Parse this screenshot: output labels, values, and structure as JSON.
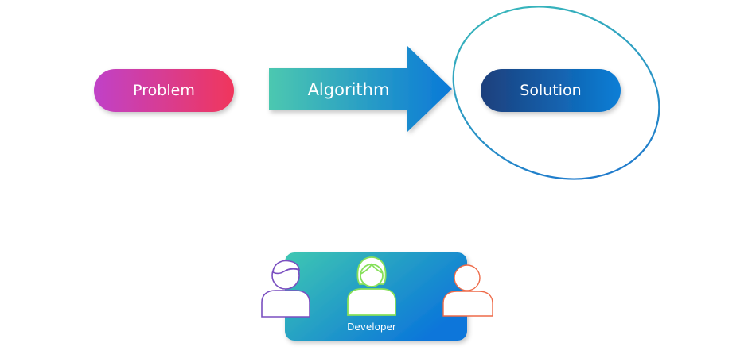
{
  "flow": {
    "problem_label": "Problem",
    "algorithm_label": "Algorithm",
    "solution_label": "Solution"
  },
  "team": {
    "card_label": "Developer"
  },
  "colors": {
    "problem_gradient": [
      "#c042c8",
      "#f0365c"
    ],
    "arrow_gradient": [
      "#4cc8b0",
      "#0a78d8"
    ],
    "solution_gradient": [
      "#1d3f7c",
      "#0b7ed6"
    ],
    "ellipse_gradient": [
      "#3cc0b8",
      "#1a6fd0"
    ],
    "card_gradient": [
      "#3ec7b2",
      "#0b76da"
    ],
    "person_left_outline": "#7a4fc0",
    "person_center_outline": "#86e05a",
    "person_right_outline": "#ee6a48"
  },
  "icons": [
    "person-icon",
    "person-icon",
    "person-icon"
  ]
}
